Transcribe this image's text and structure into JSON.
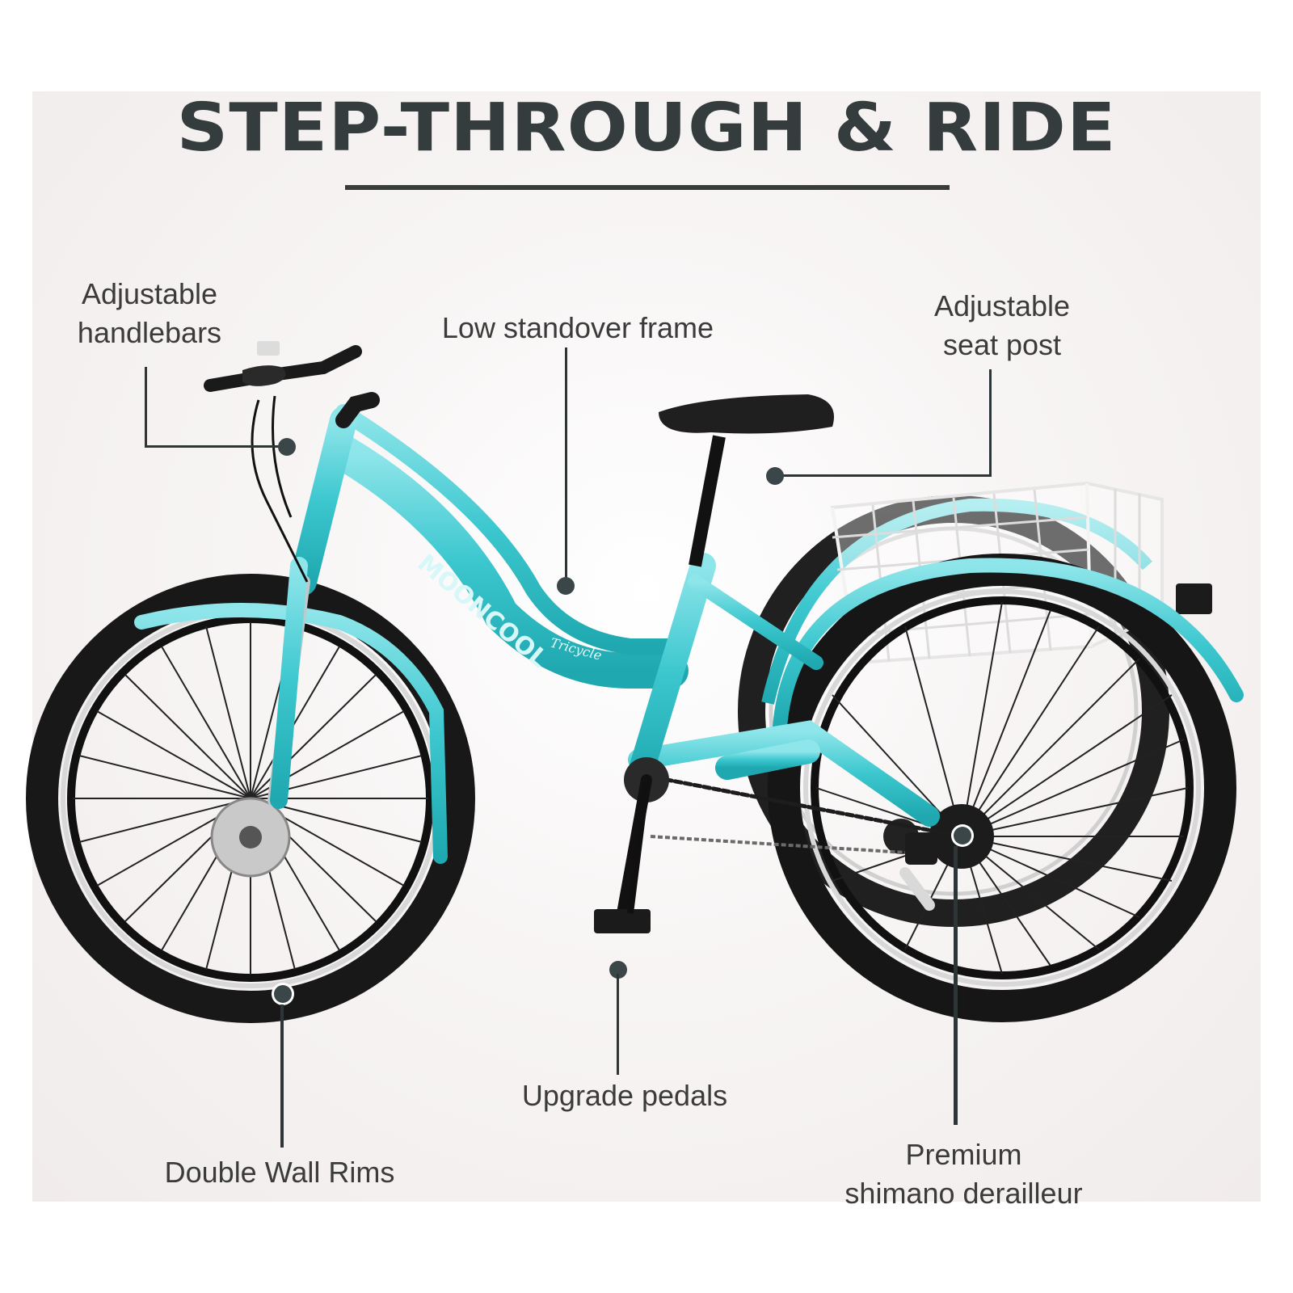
{
  "headline": "STEP-THROUGH & RIDE",
  "callouts": {
    "handlebars": {
      "line1": "Adjustable",
      "line2": "handlebars"
    },
    "frame": {
      "text": "Low standover frame"
    },
    "seat_post": {
      "line1": "Adjustable",
      "line2": "seat post"
    },
    "rims": {
      "text": "Double Wall Rims"
    },
    "pedals": {
      "text": "Upgrade pedals"
    },
    "derailleur": {
      "line1": "Premium",
      "line2": "shimano derailleur"
    }
  },
  "product": {
    "brand": "MOONCOOL",
    "model_decal": "Tricycle",
    "type": "adult tricycle with rear basket"
  },
  "colors": {
    "frame": "#3cc7cf",
    "frame_light": "#8fe3e6",
    "tire": "#1a1a1a",
    "headline": "#343c3d",
    "callout_line": "#2e3536",
    "panel_bg": "#f2eded"
  }
}
